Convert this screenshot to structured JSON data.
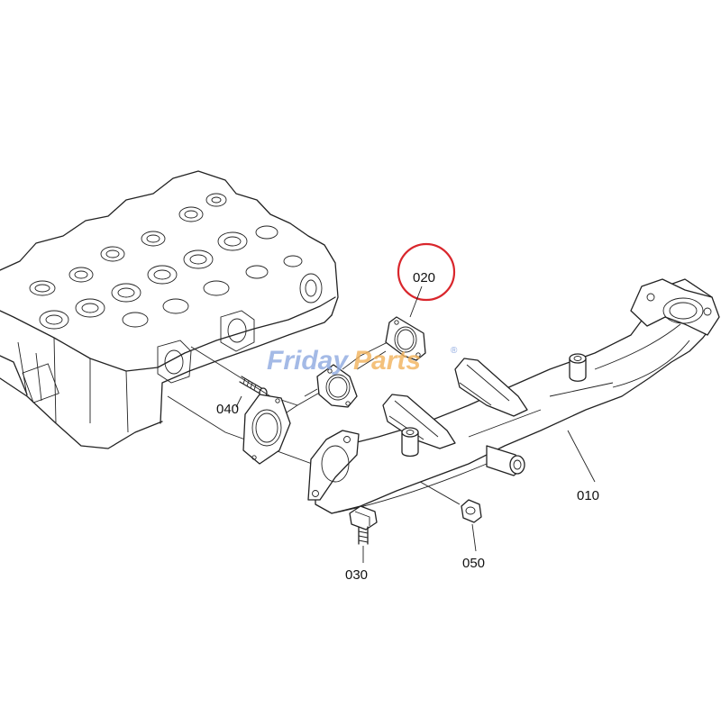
{
  "diagram": {
    "callouts": [
      {
        "id": "020",
        "label": "020"
      },
      {
        "id": "040",
        "label": "040"
      },
      {
        "id": "010",
        "label": "010"
      },
      {
        "id": "030",
        "label": "030"
      },
      {
        "id": "050",
        "label": "050"
      }
    ],
    "highlighted_callout": "020",
    "highlight_color": "#d9262c",
    "watermark": {
      "part1": "Friday",
      "part2": "Parts",
      "mark": "®",
      "color1": "#8ea9e0",
      "color2": "#f2b25b"
    }
  }
}
